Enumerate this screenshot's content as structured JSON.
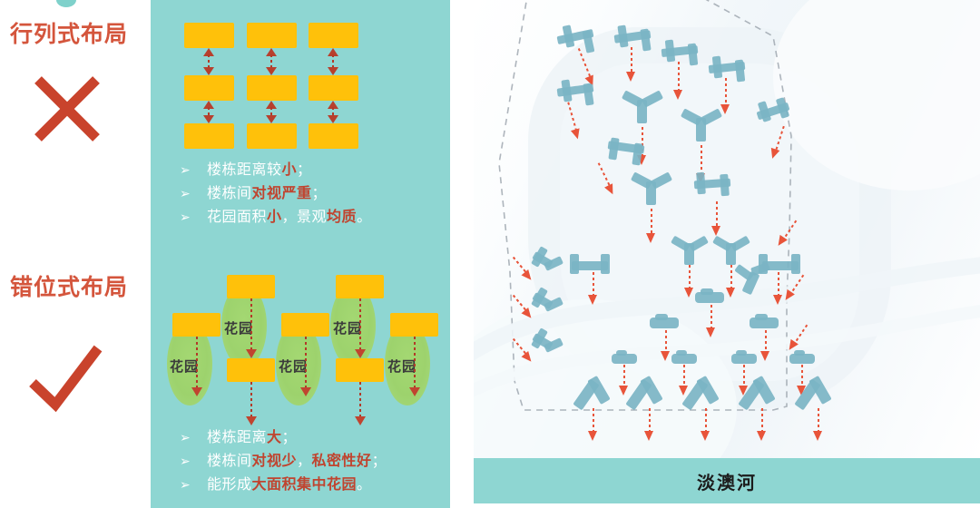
{
  "left_column": {
    "sections": [
      {
        "title": "行列式布局",
        "mark": "cross-mark",
        "verdict": "negative"
      },
      {
        "title": "错位式布局",
        "mark": "check-mark",
        "verdict": "positive"
      }
    ]
  },
  "diagram_top": {
    "name": "行列式布局示意",
    "block_color": "#ffc10a",
    "arrow_color": "#b7402d",
    "columns": 3,
    "rows": 3,
    "arrow_type": "double-headed-dashed",
    "bullets": [
      {
        "glyph": "➢",
        "parts": [
          {
            "text": "楼栋距离较",
            "highlight": false
          },
          {
            "text": "小",
            "highlight": true
          },
          {
            "text": "；",
            "highlight": false
          }
        ]
      },
      {
        "glyph": "➢",
        "parts": [
          {
            "text": "楼栋间",
            "highlight": false
          },
          {
            "text": "对视严重",
            "highlight": true
          },
          {
            "text": "；",
            "highlight": false
          }
        ]
      },
      {
        "glyph": "➢",
        "parts": [
          {
            "text": "花园面积",
            "highlight": false
          },
          {
            "text": "小",
            "highlight": true
          },
          {
            "text": "，景观",
            "highlight": false
          },
          {
            "text": "均质",
            "highlight": true
          },
          {
            "text": "。",
            "highlight": false
          }
        ]
      }
    ]
  },
  "diagram_bottom": {
    "name": "错位式布局示意",
    "block_color": "#ffc10a",
    "garden_color": "#9ed264",
    "arrow_color": "#c0442f",
    "garden_label": "花园",
    "garden_count": 5,
    "arrow_type": "single-dashed-down",
    "bullets": [
      {
        "glyph": "➢",
        "parts": [
          {
            "text": "楼栋距离",
            "highlight": false
          },
          {
            "text": "大",
            "highlight": true
          },
          {
            "text": "；",
            "highlight": false
          }
        ]
      },
      {
        "glyph": "➢",
        "parts": [
          {
            "text": "楼栋间",
            "highlight": false
          },
          {
            "text": "对视少",
            "highlight": true
          },
          {
            "text": "，",
            "highlight": false
          },
          {
            "text": "私密性好",
            "highlight": true
          },
          {
            "text": "；",
            "highlight": false
          }
        ]
      },
      {
        "glyph": "➢",
        "parts": [
          {
            "text": "能形成",
            "highlight": false
          },
          {
            "text": "大面积集中花园",
            "highlight": true
          },
          {
            "text": "。",
            "highlight": false
          }
        ]
      }
    ]
  },
  "map": {
    "caption": "淡澳河",
    "building_color": "#7bb4c4",
    "arrow_color": "#e8543a",
    "boundary_style": "dashed",
    "background_color": "#eef4f8"
  },
  "theme": {
    "teal": "#8ed6d2",
    "title_red": "#d4553c",
    "yellow": "#ffc10a",
    "green": "#9ed264"
  }
}
